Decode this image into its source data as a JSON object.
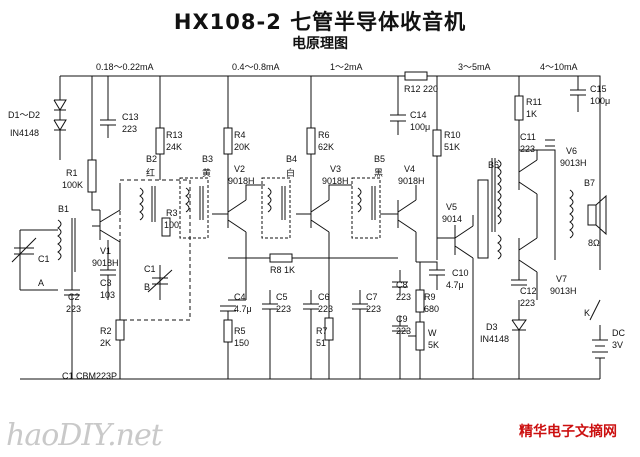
{
  "title": "HX108-2 七管半导体收音机",
  "subtitle": "电原理图",
  "currents": [
    "0.18～0.22mA",
    "0.4～0.8mA",
    "1～2mA",
    "3～5mA",
    "4～10mA"
  ],
  "resistors": {
    "r12": "R12 220",
    "r13": "R13",
    "r13v": "24K",
    "r4": "R4",
    "r4v": "20K",
    "r6": "R6",
    "r6v": "62K",
    "r10": "R10",
    "r10v": "51K",
    "r11": "R11",
    "r11v": "1K",
    "r1": "R1",
    "r1v": "100K",
    "r3": "R3",
    "r3v": "100",
    "r8": "R8 1K",
    "r2": "R2",
    "r2v": "2K",
    "r5": "R5",
    "r5v": "150",
    "r7": "R7",
    "r7v": "51",
    "r9": "R9",
    "r9v": "680"
  },
  "capacitors": {
    "c13": "C13",
    "c13v": "223",
    "c14": "C14",
    "c14v": "100μ",
    "c15": "C15",
    "c15v": "100μ",
    "c11": "C11",
    "c11v": "223",
    "c3": "C3",
    "c3v": "103",
    "c2": "C2",
    "c2v": "223",
    "c4": "C4",
    "c4v": "4.7μ",
    "c5": "C5",
    "c5v": "223",
    "c6": "C6",
    "c6v": "223",
    "c7": "C7",
    "c7v": "223",
    "c8": "C8",
    "c8v": "223",
    "c9": "C9",
    "c9v": "223",
    "c10": "C10",
    "c10v": "4.7μ",
    "c12": "C12",
    "c12v": "223",
    "c1": "C1",
    "c1a": "A",
    "c1b": "B",
    "c1cbm": "C1 CBM223P"
  },
  "transistors": {
    "v1": "V1",
    "v1t": "9018H",
    "v2": "V2",
    "v2t": "9018H",
    "v3": "V3",
    "v3t": "9018H",
    "v4": "V4",
    "v4t": "9018H",
    "v5": "V5",
    "v5t": "9014",
    "v6": "V6",
    "v6t": "9013H",
    "v7": "V7",
    "v7t": "9013H"
  },
  "diodes": {
    "d12": "D1～D2",
    "d12t": "IN4148",
    "d3": "D3",
    "d3t": "IN4148"
  },
  "transformers": {
    "b1": "B1",
    "b2": "B2",
    "b2c": "红",
    "b3": "B3",
    "b3c": "黄",
    "b4": "B4",
    "b4c": "白",
    "b5": "B5",
    "b5c": "黑",
    "b6": "B6"
  },
  "speaker": {
    "label": "B7",
    "value": "8Ω"
  },
  "switch": {
    "label": "K"
  },
  "battery": {
    "label": "DC",
    "value": "3V"
  },
  "pot": {
    "label": "W",
    "value": "5K"
  },
  "watermarks": {
    "left": "haoDIY.net",
    "right": "精华电子文摘网"
  }
}
